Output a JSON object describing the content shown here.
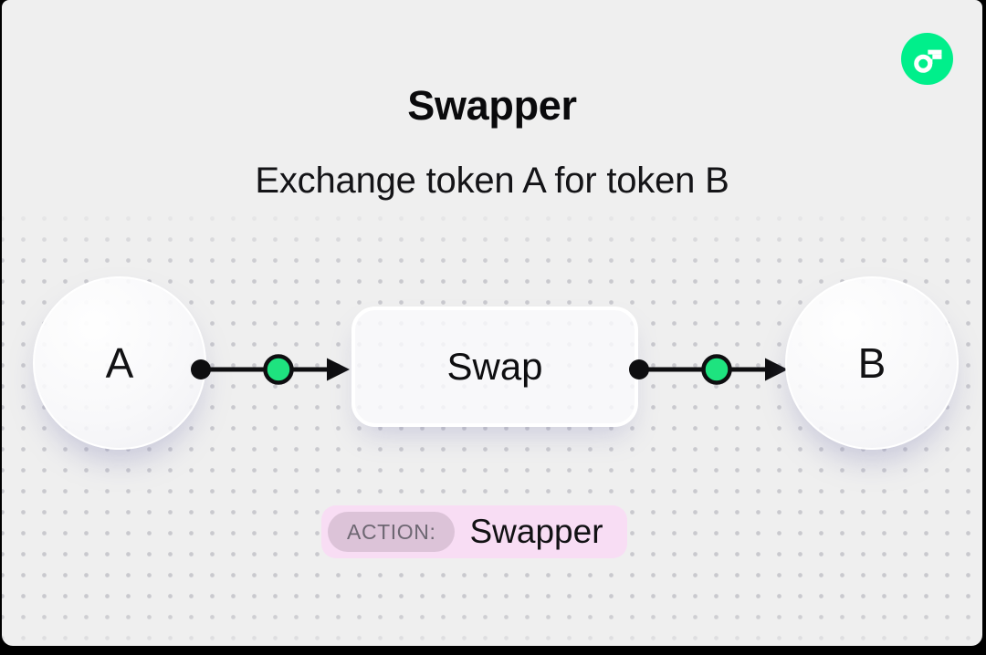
{
  "colors": {
    "frame": "#000000",
    "canvas_bg": "#efefef",
    "ink": "#0e0e10",
    "node_green": "#1ee37f",
    "flow_green": "#00ef8b",
    "dot_grid": "#c9c9ce",
    "badge_bg": "#f8ddf4",
    "badge_label_bg": "#dcc3d8",
    "badge_label_text": "#6d6772"
  },
  "header": {
    "title": "Swapper",
    "subtitle": "Exchange token A for token B"
  },
  "brand": {
    "icon": "flow-logo"
  },
  "diagram": {
    "nodes": [
      {
        "label": "A",
        "role": "source token"
      },
      {
        "label": "Swap",
        "role": "action"
      },
      {
        "label": "B",
        "role": "target token"
      }
    ]
  },
  "action_badge": {
    "label": "ACTION:",
    "value": "Swapper"
  }
}
